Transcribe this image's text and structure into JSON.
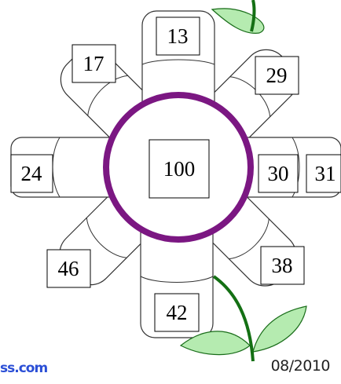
{
  "center": {
    "value": "100"
  },
  "petals": [
    {
      "label": "13"
    },
    {
      "label": "17"
    },
    {
      "label": "29"
    },
    {
      "label": "24"
    },
    {
      "label": "30"
    },
    {
      "label": "31"
    },
    {
      "label": "46"
    },
    {
      "label": "38"
    },
    {
      "label": "42"
    }
  ],
  "footer": {
    "left_text": "ss.com",
    "right_text": "08/2010"
  },
  "colors": {
    "ring": "#7b1782",
    "stem": "#147014",
    "leaf": "#b5ebb0",
    "outline": "#333333"
  }
}
